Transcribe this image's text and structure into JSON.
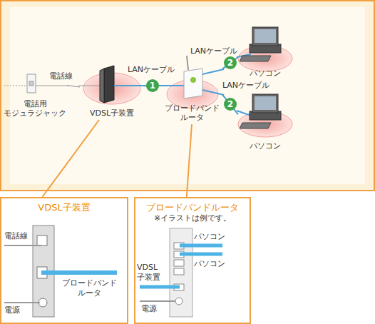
{
  "diagram": {
    "nodes": [
      {
        "text": [
          "電話用 モジュラジャック"
        ]
      },
      {
        "text": [
          "VDSL子装置"
        ]
      },
      {
        "text": [
          "ブロードバンド ルータ"
        ]
      },
      {
        "text": [
          "パソコン"
        ]
      },
      {
        "text": [
          "パソコン"
        ]
      },
      {
        "text": [
          "VDSL子装置"
        ]
      },
      {
        "text": [
          "ブロードバンドルータ",
          "※イラストは例です。"
        ]
      }
    ],
    "edges": [
      {
        "from": 0,
        "to": 1,
        "arrow": "none",
        "label": "電話線"
      },
      {
        "from": 1,
        "to": 2,
        "arrow": "none",
        "label": "LANケーブル"
      },
      {
        "from": 2,
        "to": 3,
        "arrow": "none",
        "label": "LANケーブル"
      },
      {
        "from": 2,
        "to": 4,
        "arrow": "none",
        "label": "LANケーブル"
      },
      {
        "from": 1,
        "to": 5,
        "arrow": "none"
      },
      {
        "from": 2,
        "to": 6,
        "arrow": "none"
      }
    ],
    "labels": [
      "1",
      "2",
      "2",
      "電話線",
      "ブロードバンド ルータ",
      "電源",
      "パソコン",
      "パソコン",
      "VDSL 子装置",
      "電源"
    ]
  }
}
